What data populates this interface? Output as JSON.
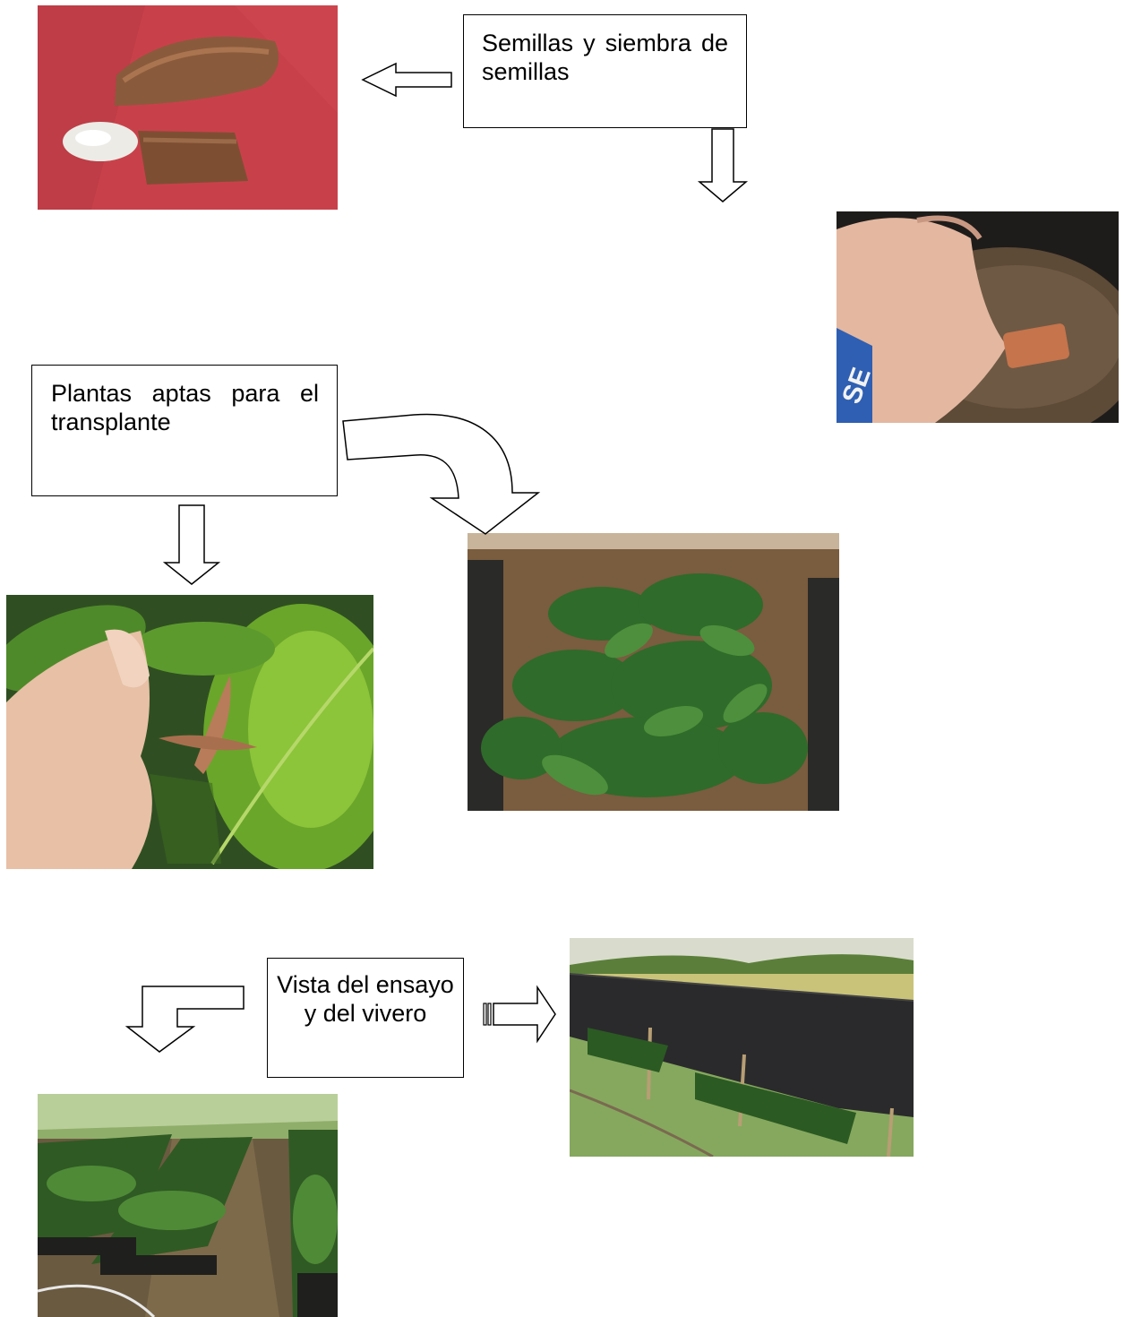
{
  "boxes": {
    "seeds": "Semillas y siembra de semillas",
    "plants": "Plantas aptas para el transplante",
    "view": "Vista del ensayo y del vivero"
  },
  "photos": [
    {
      "id": "seeds-photo",
      "subject": "semillas"
    },
    {
      "id": "sowing-photo",
      "subject": "siembra de semillas"
    },
    {
      "id": "seedling-leaf-photo",
      "subject": "plantas"
    },
    {
      "id": "seedlings-bed-photo",
      "subject": "plantas"
    },
    {
      "id": "nursery-rows-photo",
      "subject": "vivero"
    },
    {
      "id": "shade-house-photo",
      "subject": "vivero"
    }
  ],
  "colors": {
    "outline": "#000000",
    "background": "#ffffff"
  }
}
